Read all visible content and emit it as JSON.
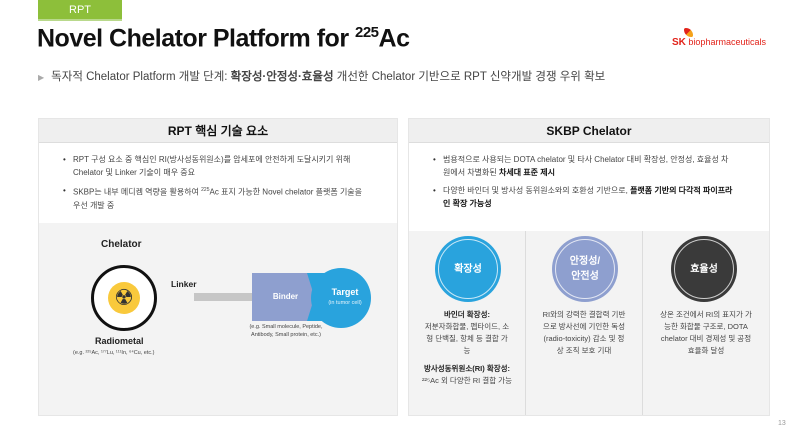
{
  "tag": "RPT",
  "title": {
    "main": "Novel Chelator Platform for ",
    "sup": "225",
    "tail": "Ac"
  },
  "logo": {
    "sk": "SK",
    "rest": "biopharmaceuticals"
  },
  "subtitle": {
    "pre": "독자적 Chelator Platform 개발 단계: ",
    "bold": "확장성·안정성·효율성",
    "post": " 개선한 Chelator 기반으로 RPT 신약개발 경쟁 우위 확보"
  },
  "left": {
    "header": "RPT 핵심 기술 요소",
    "bullets": [
      {
        "text": "RPT 구성 요소 중 핵심인 RI(방사성동위원소)를 암세포에 안전하게 도달시키기 위해 Chelator 및  Linker 기술이 매우 중요"
      },
      {
        "pre": "SKBP는 내부 메디켐 역량을 활용하여 ",
        "sup": "225",
        "post": "Ac 표지 가능한 Novel chelator 플랫폼 기술을 우선 개발 중"
      }
    ],
    "diagram": {
      "chelator": "Chelator",
      "radiometal": "Radiometal",
      "radiometal_eg": "(e.g. ²²⁵Ac, ¹⁷⁷Lu, ¹¹¹In, ⁶⁴Cu, etc.)",
      "linker": "Linker",
      "binder": "Binder",
      "binder_eg": "(e.g. Small molecule, Peptide, Antibody, Small protein, etc.)",
      "target": "Target",
      "target_sub": "(in tumor cell)"
    }
  },
  "right": {
    "header": "SKBP Chelator",
    "bullets": [
      {
        "pre": "범용적으로 사용되는 DOTA chelator 및 타사 Chelator 대비 확장성, 안정성, 효율성 차원에서 차별화된 ",
        "bold": "차세대 표준 제시"
      },
      {
        "pre": "다양한 바인더 및 방사성 동위원소와의 호환성 기반으로, ",
        "bold": "플랫폼 기반의 다각적 파이프라인 확장 가능성"
      }
    ],
    "columns": [
      {
        "label": "확장성",
        "color": "#29a3dd",
        "h1": "바인더 확장성:",
        "t1": "저분자화합물, 펩타이드, 소형 단백질, 항체 등 결합 가능",
        "h2": "방사성동위원소(RI) 확장성:",
        "t2": "²²⁵Ac 외 다양한 RI 결합 가능"
      },
      {
        "label": "안정성/ 안전성",
        "color": "#8e9fcf",
        "t1": "RI와의 강력한 결합력 기반으로 방사선에 기인한 독성 (radio-toxicity) 감소 및 정상 조직 보호 기대"
      },
      {
        "label": "효율성",
        "color": "#3a3a3a",
        "t1": "상온 조건에서 RI의 표지가 가능한 화합물 구조로, DOTA chelator 대비 경제성 및 공정 효율화 달성"
      }
    ]
  },
  "page": "13"
}
